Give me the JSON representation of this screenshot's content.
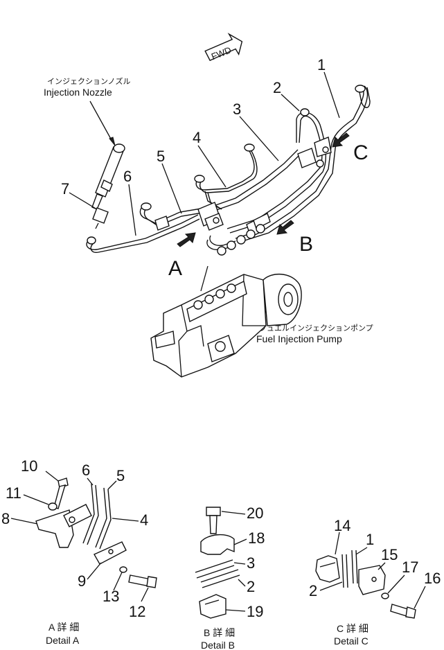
{
  "labels": {
    "nozzle_jp": "インジェクションノズル",
    "nozzle_en": "Injection Nozzle",
    "pump_jp": "フュエルインジェクションポンプ",
    "pump_en": "Fuel Injection Pump",
    "fwd": "FWD",
    "view_a": "A",
    "view_b": "B",
    "view_c": "C"
  },
  "main_callouts": [
    "1",
    "2",
    "3",
    "4",
    "5",
    "6",
    "7"
  ],
  "detail_a": {
    "title_jp": "A 詳 細",
    "title_en": "Detail A",
    "callouts": [
      "10",
      "11",
      "8",
      "6",
      "5",
      "4",
      "9",
      "13",
      "12"
    ]
  },
  "detail_b": {
    "title_jp": "B 詳 細",
    "title_en": "Detail B",
    "callouts": [
      "20",
      "18",
      "3",
      "2",
      "19"
    ]
  },
  "detail_c": {
    "title_jp": "C 詳 細",
    "title_en": "Detail C",
    "callouts": [
      "14",
      "1",
      "15",
      "17",
      "2",
      "16"
    ]
  }
}
